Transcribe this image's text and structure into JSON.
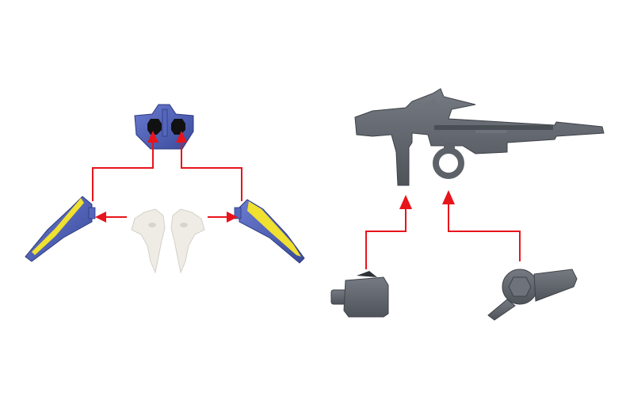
{
  "colors": {
    "background": "#ffffff",
    "arrow": "#e8141c",
    "wing_blue": "#4a5bb0",
    "wing_yellow": "#f0e030",
    "clear_part": "#efece6",
    "gun_gray": "#5d6168"
  },
  "diagram": {
    "left_group": {
      "parts": [
        "backpack-connector",
        "left-wing",
        "right-wing",
        "clear-fin-left",
        "clear-fin-right"
      ]
    },
    "right_group": {
      "parts": [
        "rifle",
        "rifle-grip-peg",
        "rifle-hand-grip"
      ]
    }
  }
}
